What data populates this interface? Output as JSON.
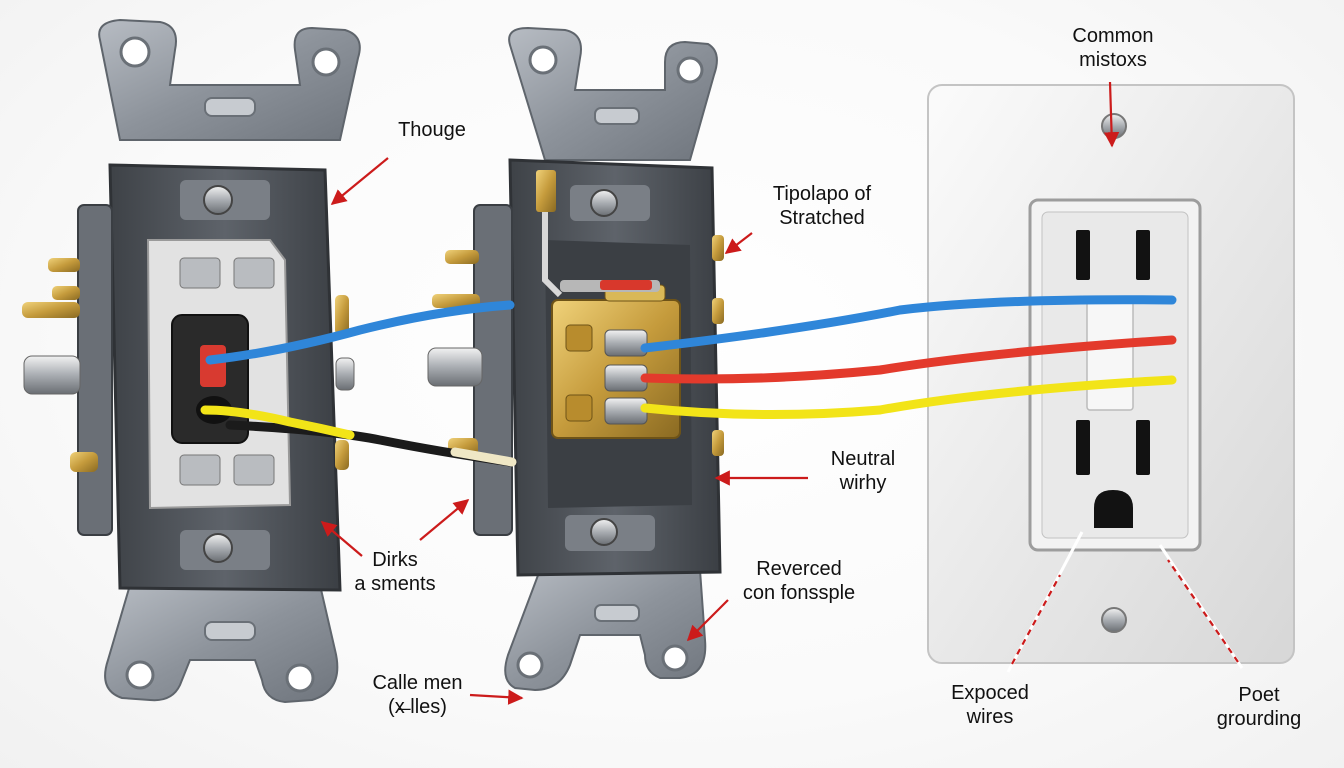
{
  "labels": {
    "common_mistakes": "Common\nmistoxs",
    "thouge": "Thouge",
    "tipolapo": "Tipolapo of\nStratched",
    "neutral": "Neutral\nwirhy",
    "dirks": "Dirks\na sments",
    "reverced": "Reverced\ncon fonssple",
    "calle": "Calle men\n(x̶ lles)",
    "expoced": "Expoced\nwires",
    "poet": "Poet\ngrourding"
  },
  "colors": {
    "metal": "#8e949c",
    "box": "#54595f",
    "wire_blue": "#2f86d9",
    "wire_red": "#e33a2c",
    "wire_yellow": "#f2e418",
    "wire_black": "#1b1b1b",
    "brass": "#c9a44a",
    "arrow": "#cc1b1b",
    "plate": "#ececec"
  }
}
